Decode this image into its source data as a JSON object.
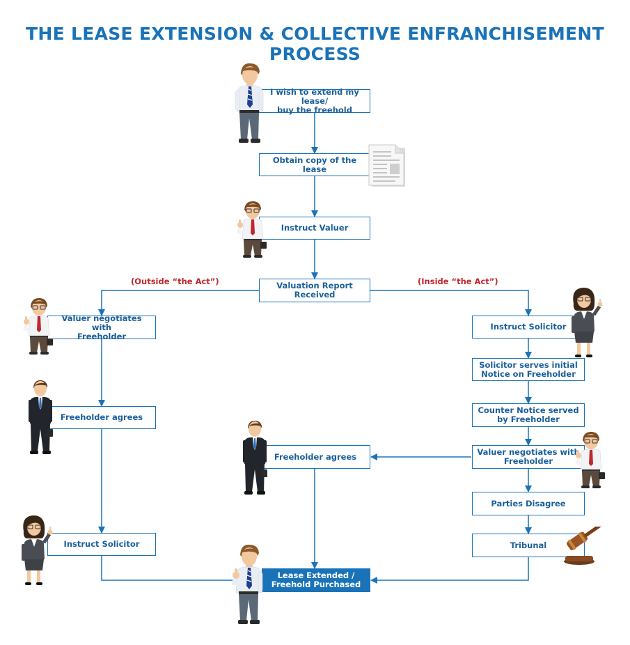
{
  "title": "THE LEASE EXTENSION & COLLECTIVE ENFRANCHISEMENT PROCESS",
  "colors": {
    "accent": "#1a73b8",
    "branch_label": "#c0272d",
    "final_fill": "#1a73b8"
  },
  "branch_labels": {
    "outside": "(Outside “the Act”)",
    "inside": "(Inside “the Act”)"
  },
  "boxes": {
    "wish": "I wish to extend my lease/\nbuy the freehold",
    "obtain_copy": "Obtain copy of the lease",
    "instruct_valuer": "Instruct Valuer",
    "valuation_report": "Valuation Report Received",
    "left_valuer_negotiates": "Valuer negotiates with\nFreeholder",
    "left_freeholder_agrees": "Freeholder agrees",
    "left_instruct_solicitor": "Instruct Solicitor",
    "middle_freeholder_agrees": "Freeholder agrees",
    "right_instruct_solicitor": "Instruct Solicitor",
    "solicitor_serves": "Solicitor serves initial\nNotice on Freeholder",
    "counter_notice": "Counter Notice served\nby Freeholder",
    "right_valuer_negotiates": "Valuer negotiates with\nFreeholder",
    "parties_disagree": "Parties Disagree",
    "tribunal": "Tribunal",
    "final": "Lease Extended /\nFreehold Purchased"
  },
  "icons": {
    "man_top": "businessman-icon",
    "document": "lease-document-icon",
    "valuer": "valuer-thumbs-up-icon",
    "woman": "solicitor-woman-icon",
    "freeholder": "freeholder-suit-icon",
    "gavel": "gavel-icon"
  }
}
